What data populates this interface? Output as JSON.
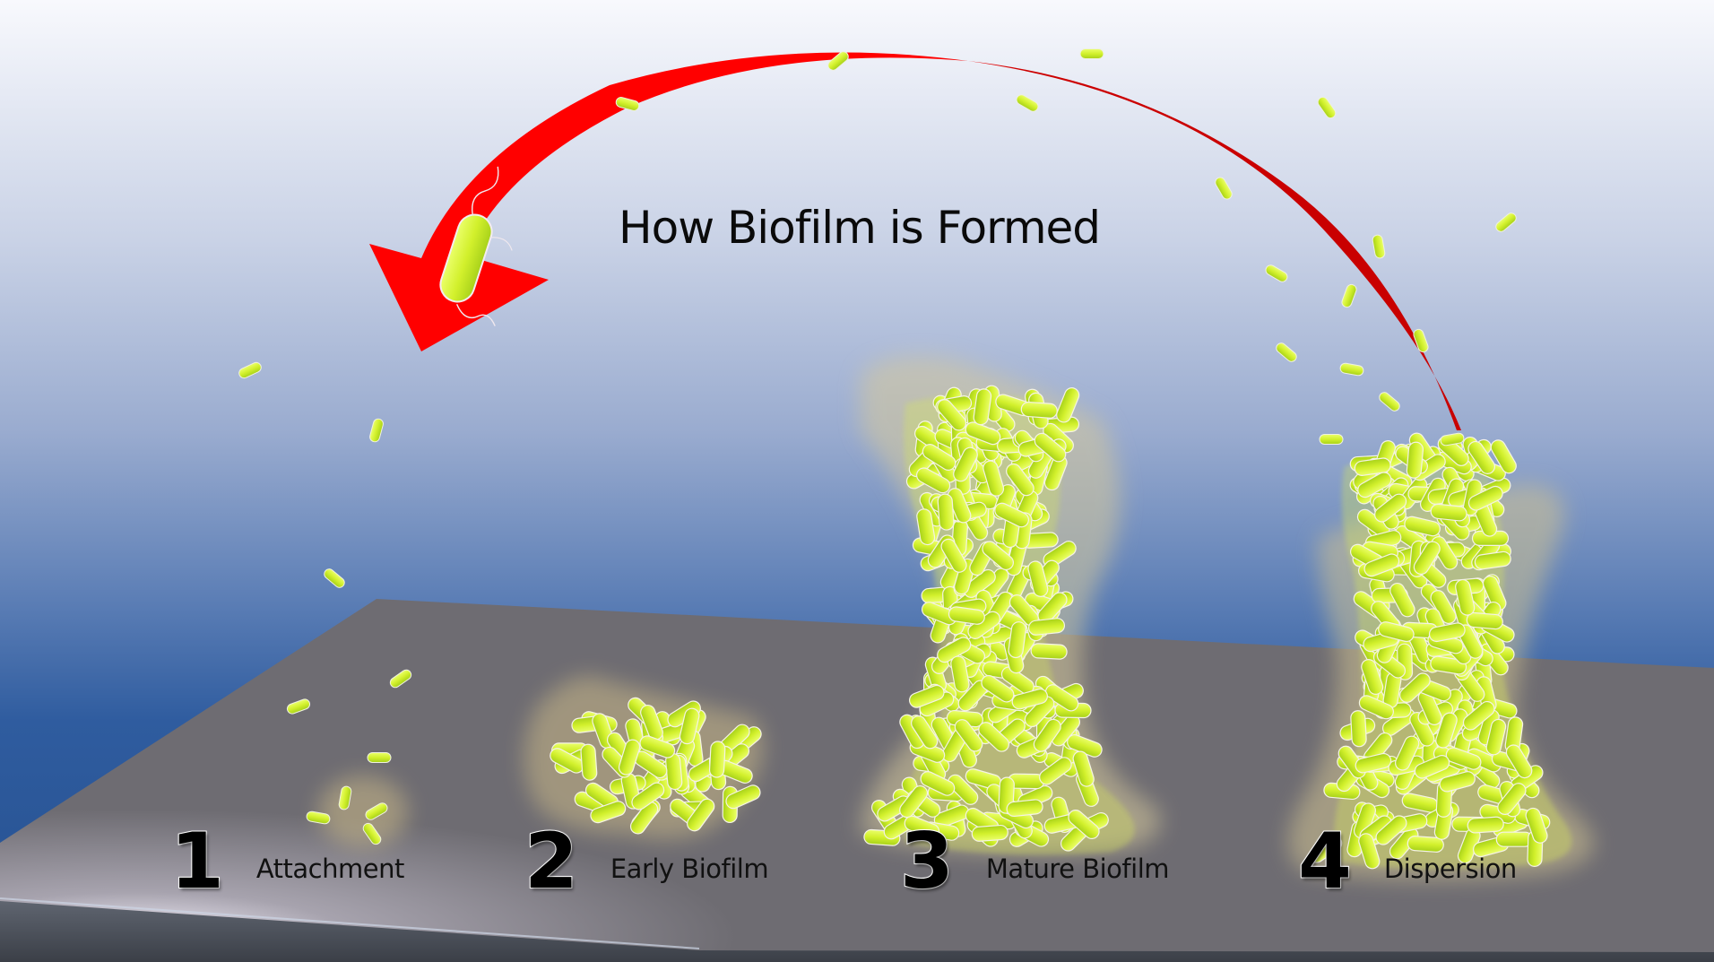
{
  "title": "How Biofilm is Formed",
  "colors": {
    "sky_top": "#f7f8fc",
    "sky_mid": "#a9b8d6",
    "sky_bottom": "#2c5a9c",
    "surface": "#6c6a70",
    "surface_light": "#e6e2ee",
    "arrow_light": "#ff0000",
    "arrow_dark": "#cc0000",
    "bacteria": "#d4f032",
    "matrix": "#c9b887"
  },
  "stages": [
    {
      "number": "1",
      "name": "Attachment"
    },
    {
      "number": "2",
      "name": "Early Biofilm"
    },
    {
      "number": "3",
      "name": "Mature Biofilm"
    },
    {
      "number": "4",
      "name": "Dispersion"
    }
  ],
  "arrow": {
    "direction": "right-to-left",
    "meaning": "dispersed bacteria re-attach (cycle)"
  }
}
